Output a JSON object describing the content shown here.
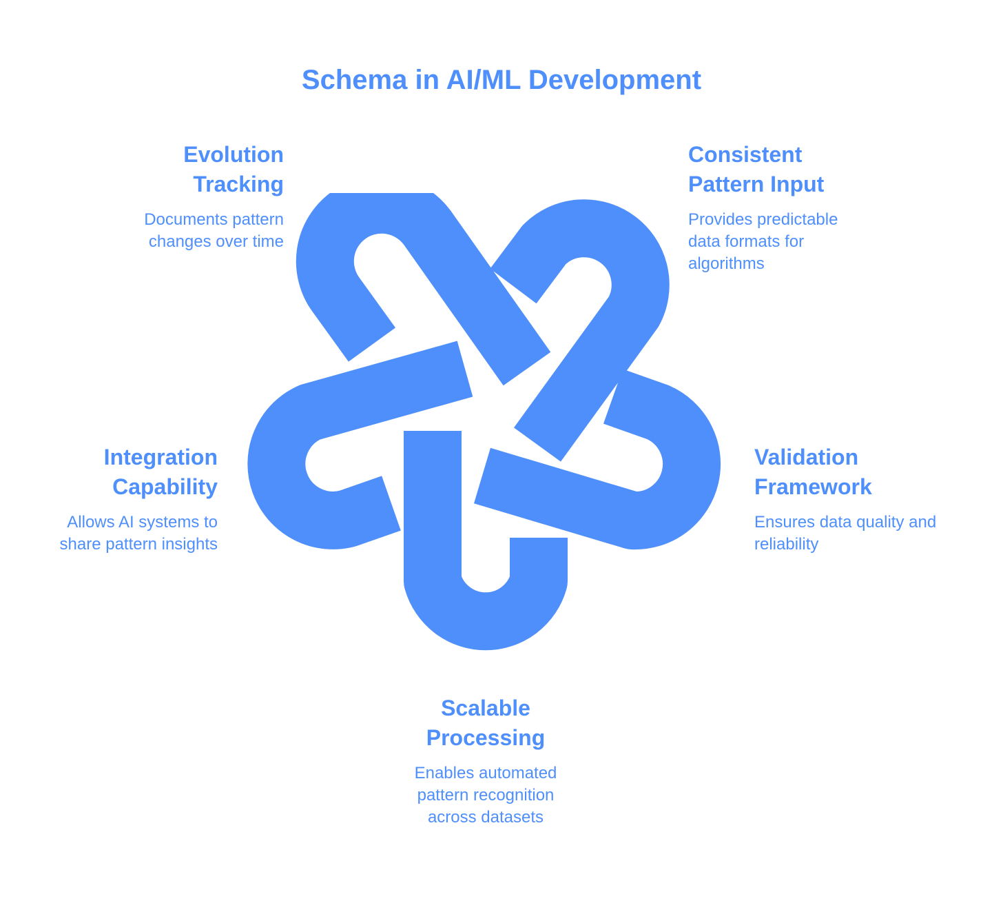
{
  "title": "Schema in AI/ML Development",
  "colors": {
    "accent": "#4f8ffb",
    "background": "#ffffff"
  },
  "knot_icon": "five-loop-star-knot",
  "items": [
    {
      "heading_line1": "Evolution",
      "heading_line2": "Tracking",
      "desc_line1": "Documents pattern",
      "desc_line2": "changes over time",
      "desc_line3": ""
    },
    {
      "heading_line1": "Consistent",
      "heading_line2": "Pattern Input",
      "desc_line1": "Provides predictable",
      "desc_line2": "data formats for",
      "desc_line3": "algorithms"
    },
    {
      "heading_line1": "Integration",
      "heading_line2": "Capability",
      "desc_line1": "Allows AI systems to",
      "desc_line2": "share pattern insights",
      "desc_line3": ""
    },
    {
      "heading_line1": "Validation",
      "heading_line2": "Framework",
      "desc_line1": "Ensures data quality and",
      "desc_line2": "reliability",
      "desc_line3": ""
    },
    {
      "heading_line1": "Scalable",
      "heading_line2": "Processing",
      "desc_line1": "Enables automated",
      "desc_line2": "pattern recognition",
      "desc_line3": "across datasets"
    }
  ]
}
